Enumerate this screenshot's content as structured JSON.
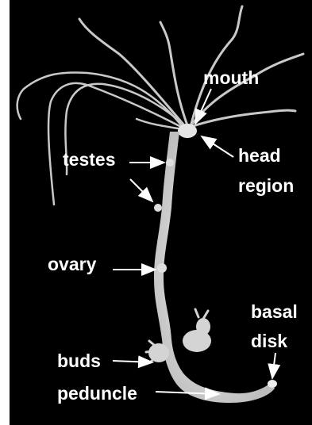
{
  "figure": {
    "subject": "hydra",
    "background_color": "#000000",
    "organism_color": "#dcdcdc",
    "label_color": "#ffffff"
  },
  "labels": {
    "mouth": "mouth",
    "head_line1": "head",
    "head_line2": "region",
    "testes": "testes",
    "ovary": "ovary",
    "basal_line1": "basal",
    "basal_line2": "disk",
    "buds": "buds",
    "peduncle": "peduncle"
  }
}
